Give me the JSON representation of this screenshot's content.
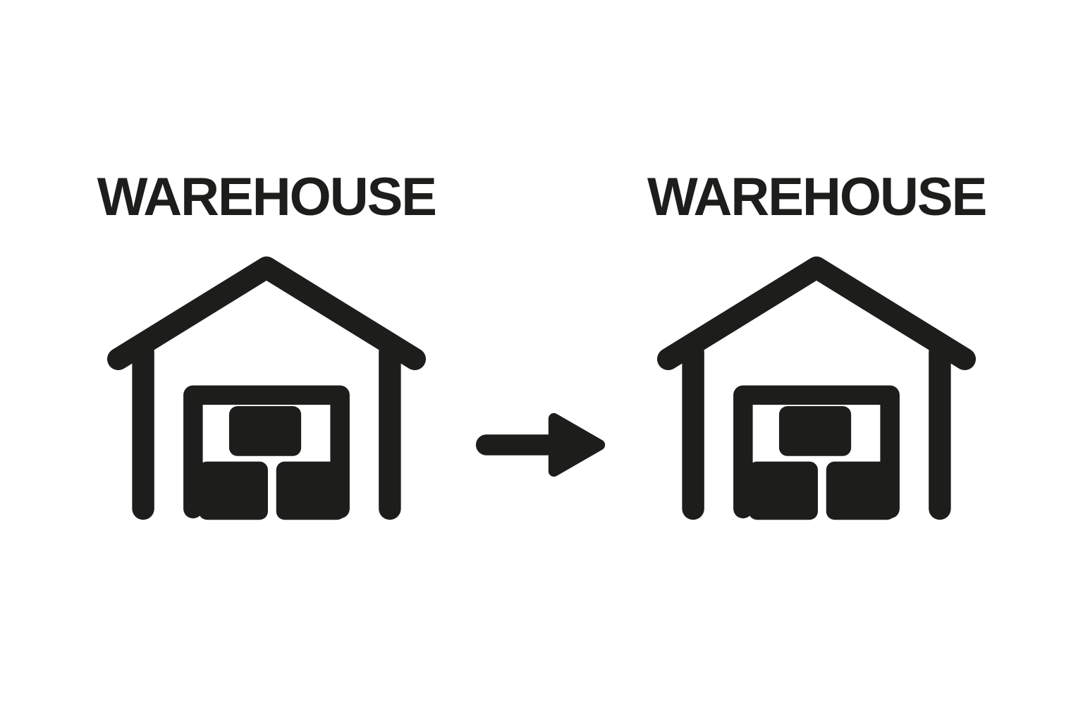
{
  "page": {
    "background_color": "#ffffff",
    "icon_color": "#1d1d1b",
    "description": "Two warehouse icons with an arrow indicating transfer from one warehouse to another"
  },
  "left_warehouse": {
    "title": "WAREHOUSE"
  },
  "right_warehouse": {
    "title": "WAREHOUSE"
  },
  "icons": {
    "left": "warehouse-icon",
    "middle": "arrow-right-icon",
    "right": "warehouse-icon"
  }
}
